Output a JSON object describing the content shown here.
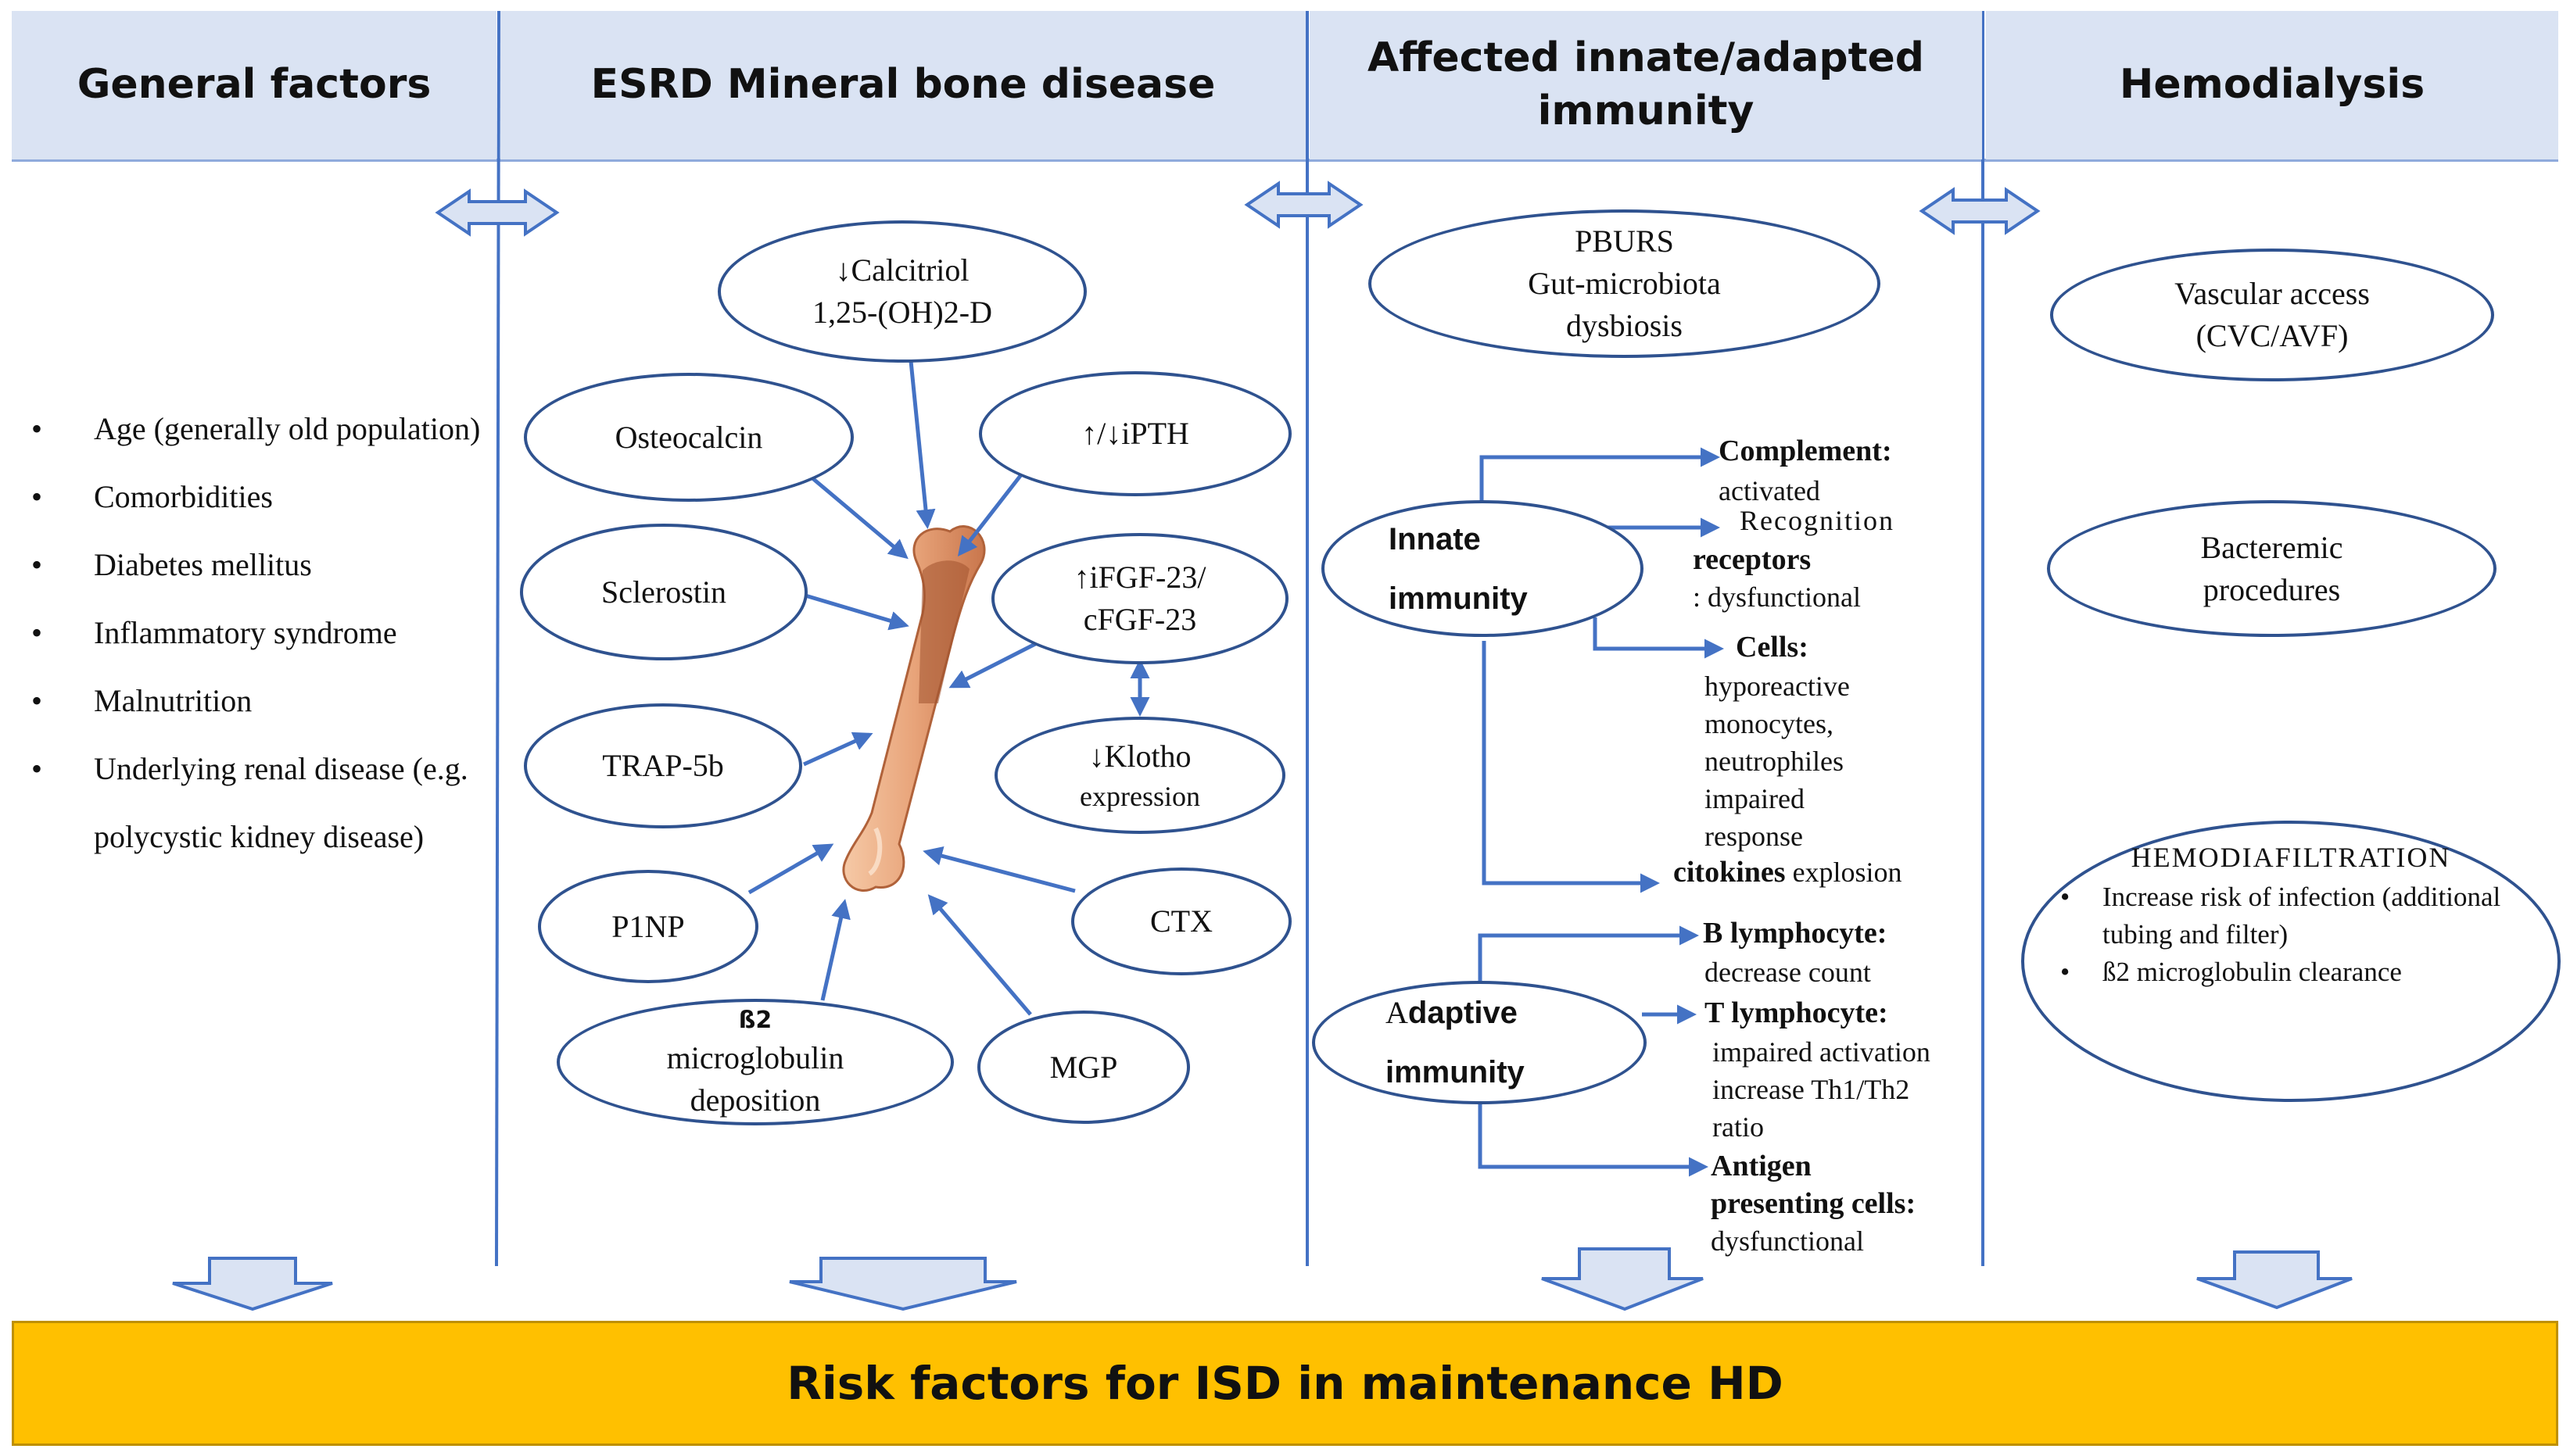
{
  "headers": {
    "general": "General factors",
    "esrd": "ESRD Mineral bone disease",
    "immunity": "Affected innate/adapted immunity",
    "hemodialysis": "Hemodialysis"
  },
  "general_factors": [
    "Age (generally old population)",
    "Comorbidities",
    "Diabetes mellitus",
    "Inflammatory syndrome",
    "Malnutrition",
    "Underlying renal disease (e.g. polycystic kidney disease)"
  ],
  "bone": {
    "calcitriol": "↓Calcitriol",
    "calcitriol_sub": "1,25-(OH)2-D",
    "osteocalcin": "Osteocalcin",
    "ipth": "↑/↓iPTH",
    "sclerostin": "Sclerostin",
    "fgf": "↑iFGF-23/",
    "fgf_sub": "cFGF-23",
    "trap": "TRAP-5b",
    "klotho": "↓Klotho",
    "klotho_sub": "expression",
    "p1np": "P1NP",
    "ctx": "CTX",
    "b2m": "ß2",
    "b2m_sub": "microglobulin",
    "b2m_sub2": "deposition",
    "mgp": "MGP"
  },
  "immunity": {
    "pburs": "PBURS",
    "pburs_sub": "Gut-microbiota",
    "pburs_sub2": "dysbiosis",
    "innate": "Innate",
    "innate2": "immunity",
    "complement": "Complement:",
    "complement_sub": "activated",
    "recognition": "Recognition",
    "receptors": "receptors",
    "receptors_sub": ": dysfunctional",
    "cells": "Cells:",
    "cells_sub1": "hyporeactive",
    "cells_sub2": "monocytes,",
    "cells_sub3": "neutrophiles",
    "cells_sub4": "impaired",
    "cells_sub5": "response",
    "citokines": "citokines",
    "citokines_sub": "explosion",
    "adaptive_a": "A",
    "adaptive_rest": "daptive",
    "adaptive2": "immunity",
    "blymph": "B lymphocyte:",
    "blymph_sub": "decrease count",
    "tlymph": "T lymphocyte:",
    "tlymph_sub1": "impaired activation",
    "tlymph_sub2": "increase Th1/Th2",
    "tlymph_sub3": "ratio",
    "antigen": "Antigen",
    "antigen2": "presenting cells:",
    "antigen_sub": "dysfunctional"
  },
  "hemodialysis": {
    "vascular": "Vascular access",
    "vascular_sub": "(CVC/AVF)",
    "bacteremic": "Bacteremic",
    "bacteremic_sub": "procedures",
    "hdf_title": "HEMODIAFILTRATION",
    "hdf_items": [
      "Increase risk of infection (additional tubing and filter)",
      "ß2 microglobulin clearance"
    ]
  },
  "footer": "Risk factors for ISD in maintenance HD",
  "colors": {
    "header_bg": "#dae3f3",
    "accent": "#4472c4",
    "footer_bg": "#ffc000",
    "bone": "#e8a47a"
  }
}
